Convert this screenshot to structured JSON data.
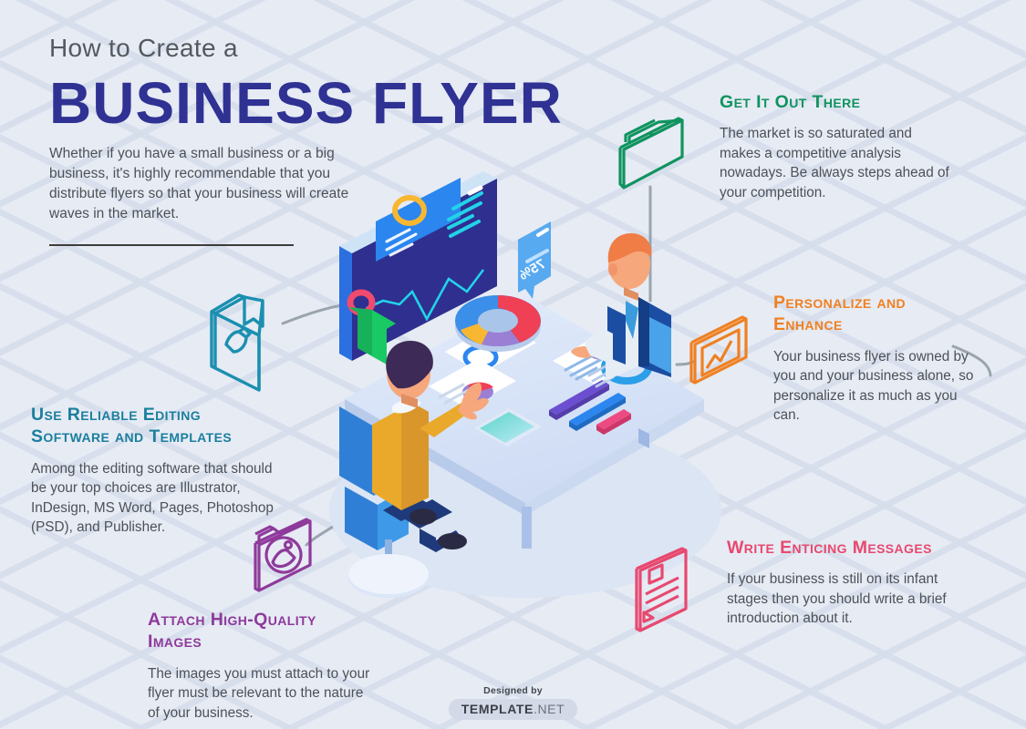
{
  "header": {
    "kicker": "How to Create a",
    "title": "BUSINESS FLYER",
    "intro": "Whether if you have a small business or a big business, it's highly recommendable that you distribute flyers so that your business will create waves in the market."
  },
  "callouts": [
    {
      "id": "get-it-out-there",
      "heading": "Get It Out There",
      "body": "The market is so saturated and makes a competitive analysis nowadays. Be always steps ahead of your competition.",
      "color": "#10935f",
      "icon": "book-isometric-icon"
    },
    {
      "id": "personalize-and-enhance",
      "heading": "Personalize and Enhance",
      "body": "Your business flyer is owned by you and your business alone, so personalize it as much as you can.",
      "color": "#f08021",
      "icon": "chart-frame-isometric-icon"
    },
    {
      "id": "write-enticing-messages",
      "heading": "Write Enticing Messages",
      "body": "If your business is still on its infant stages then you should write a brief introduction about it.",
      "color": "#e8486f",
      "icon": "document-lines-isometric-icon"
    },
    {
      "id": "use-reliable-editing-software-and-templates",
      "heading": "Use Reliable Editing Software and Templates",
      "body": "Among the editing software that should be your top choices are Illustrator, InDesign, MS Word, Pages, Photoshop (PSD), and Publisher.",
      "color": "#1b7f9e",
      "icon": "notebook-pencil-isometric-icon"
    },
    {
      "id": "attach-high-quality-images",
      "heading": "Attach High-Quality Images",
      "body": "The images you must attach to your flyer must be relevant to the nature of your business.",
      "color": "#8e3a9b",
      "icon": "photo-isometric-icon"
    }
  ],
  "illustration": {
    "scene": "isometric business meeting with dashboard screen, desk, donut chart and two people",
    "speech_bubble_value": "75%",
    "dashboard": {
      "background_color": "#2f2f8f",
      "line_chart_color": "#22d3e8",
      "card_color": "#2b86f0",
      "ring_yellow": "#f7b731",
      "ring_pink": "#f04a6e",
      "arrow_green": "#18c964"
    },
    "donut_chart": {
      "segments": [
        {
          "label": "segment-red",
          "value": 38,
          "color": "#ef4056"
        },
        {
          "label": "segment-blue",
          "value": 27,
          "color": "#3b8fe8"
        },
        {
          "label": "segment-yellow",
          "value": 12,
          "color": "#f7b731"
        },
        {
          "label": "segment-purple",
          "value": 23,
          "color": "#9b7fd4"
        }
      ]
    },
    "person_left": {
      "hair": "#3e2a56",
      "shirt": "#eaa92a",
      "pants": "#1f3a7a",
      "chair": "#2f7fd6"
    },
    "person_right": {
      "hair": "#ef7d45",
      "vest": "#1b4ea3",
      "shirt": "#e7edf5",
      "tie": "#3b9bdc"
    },
    "desk_color": "#d6e2f6",
    "connector_color": "#9aa4ad"
  },
  "footer": {
    "designed_by": "Designed by",
    "brand_strong": "TEMPLATE",
    "brand_light": ".NET"
  }
}
